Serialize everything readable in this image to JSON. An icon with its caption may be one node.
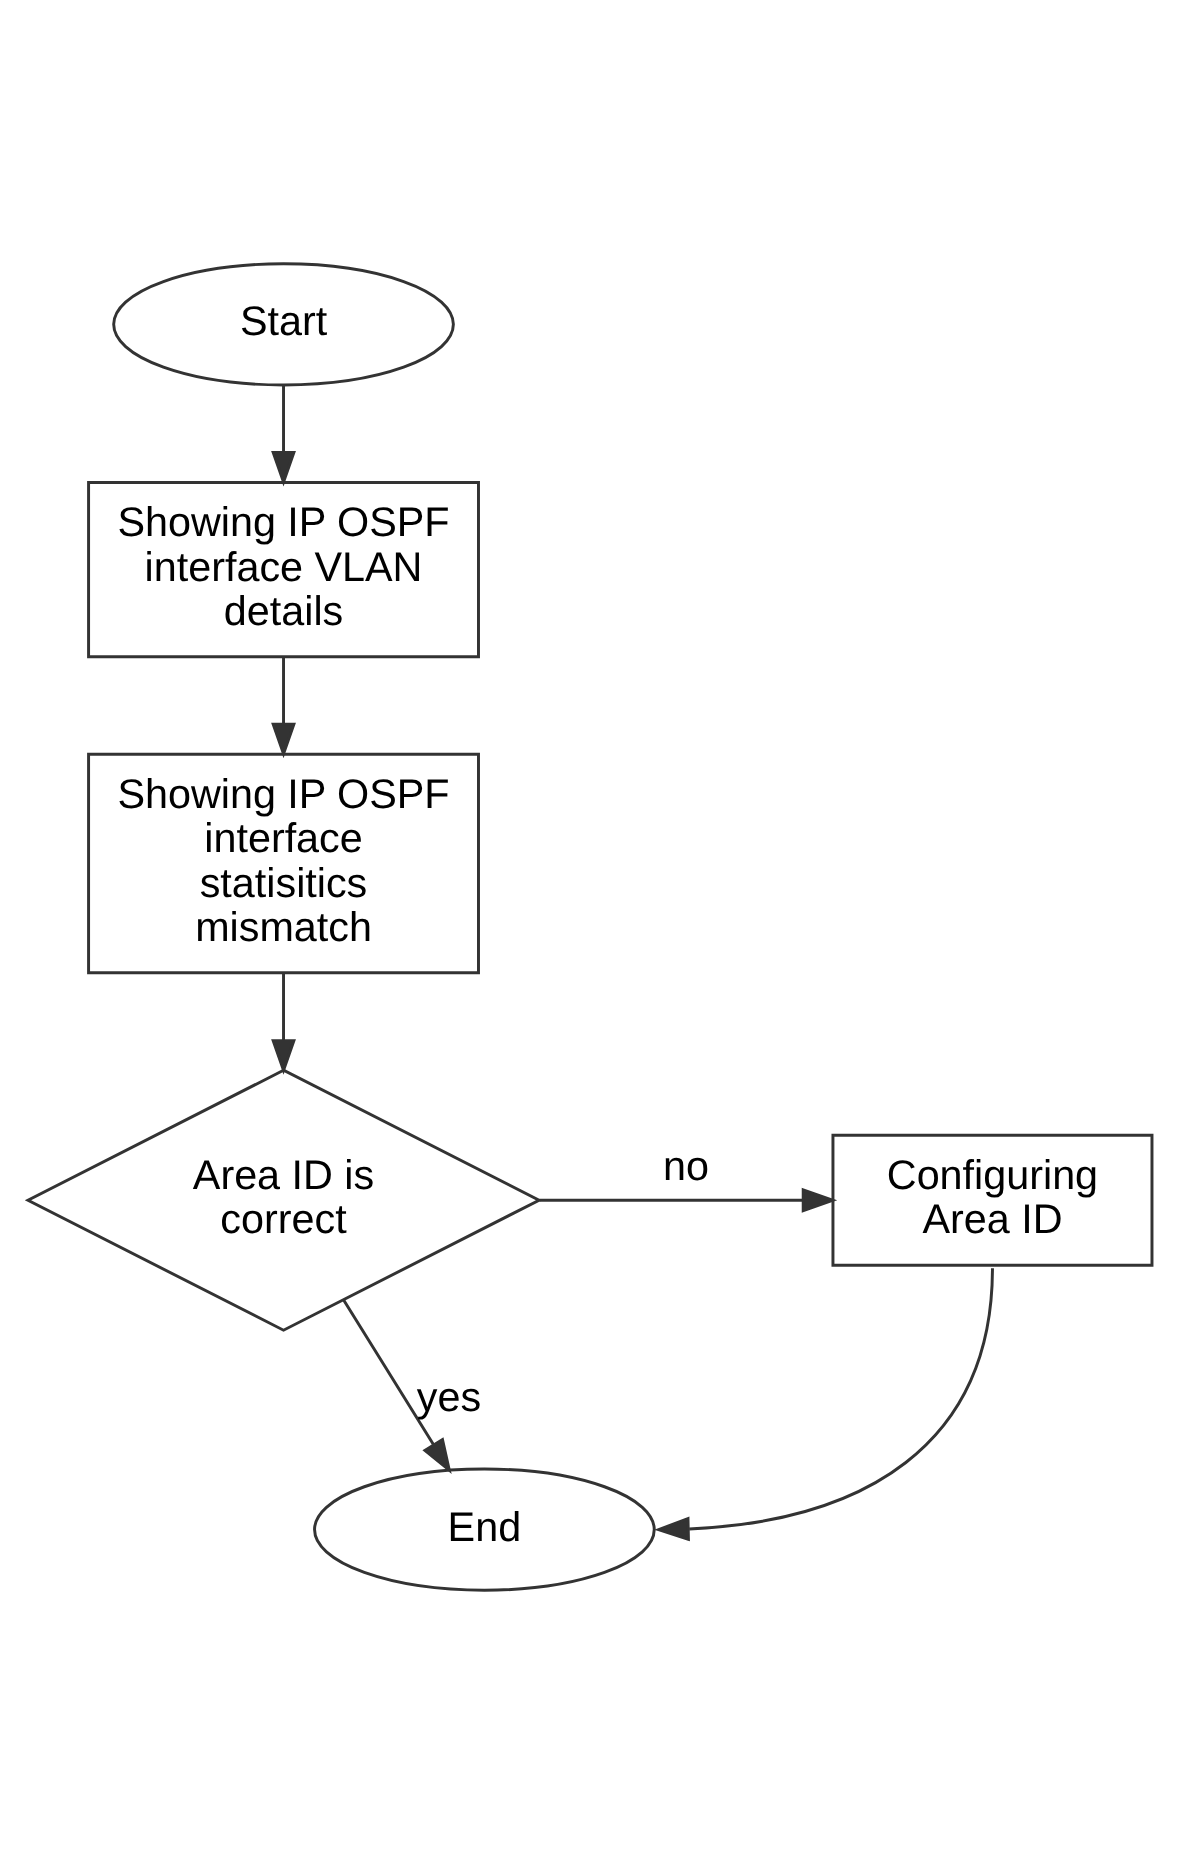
{
  "diagram": {
    "nodes": [
      {
        "text": [
          "Start"
        ]
      },
      {
        "text": [
          "Showing IP OSPF interface VLAN details"
        ]
      },
      {
        "text": [
          "Showing IP OSPF interface statisitics mismatch"
        ]
      },
      {
        "text": [
          "Area ID is correct"
        ]
      },
      {
        "text": [
          "Configuring Area ID"
        ]
      },
      {
        "text": [
          "End"
        ]
      }
    ],
    "edges": [
      {
        "from": 0,
        "to": 1,
        "arrow": "to"
      },
      {
        "from": 1,
        "to": 2,
        "arrow": "to"
      },
      {
        "from": 2,
        "to": 3,
        "arrow": "to"
      },
      {
        "from": 3,
        "to": 4,
        "arrow": "to",
        "label": "no"
      },
      {
        "from": 3,
        "to": 5,
        "arrow": "to",
        "label": "yes"
      },
      {
        "from": 4,
        "to": 5,
        "arrow": "to"
      }
    ]
  }
}
